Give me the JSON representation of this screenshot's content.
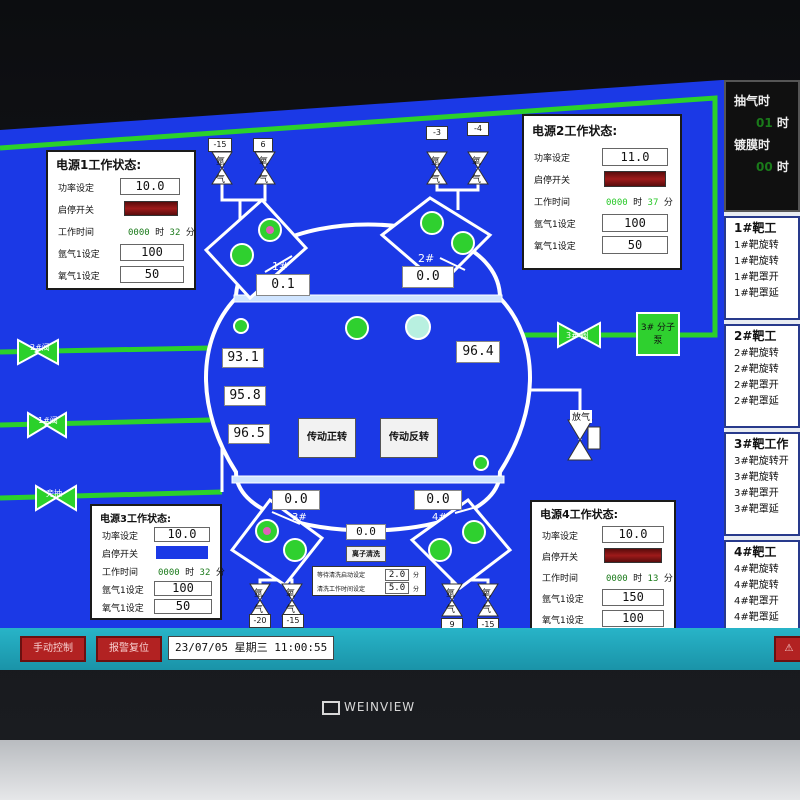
{
  "psu1": {
    "title": "电源1工作状态:",
    "power_label": "功率设定",
    "power_value": "10.0",
    "switch_label": "启停开关",
    "time_label": "工作时间",
    "time_hours": "0000",
    "time_h_unit": "时",
    "time_minutes": "32",
    "time_m_unit": "分",
    "argon_label": "氩气1设定",
    "argon_value": "100",
    "oxygen_label": "氧气1设定",
    "oxygen_value": "50"
  },
  "psu2": {
    "title": "电源2工作状态:",
    "power_label": "功率设定",
    "power_value": "11.0",
    "switch_label": "启停开关",
    "time_label": "工作时间",
    "time_hours": "0000",
    "time_h_unit": "时",
    "time_minutes": "37",
    "time_m_unit": "分",
    "argon_label": "氩气1设定",
    "argon_value": "100",
    "oxygen_label": "氧气1设定",
    "oxygen_value": "50"
  },
  "psu3": {
    "title": "电源3工作状态:",
    "power_label": "功率设定",
    "power_value": "10.0",
    "switch_label": "启停开关",
    "time_label": "工作时间",
    "time_hours": "0000",
    "time_h_unit": "时",
    "time_minutes": "32",
    "time_m_unit": "分",
    "argon_label": "氩气1设定",
    "argon_value": "100",
    "oxygen_label": "氧气1设定",
    "oxygen_value": "50"
  },
  "psu4": {
    "title": "电源4工作状态:",
    "power_label": "功率设定",
    "power_value": "10.0",
    "switch_label": "启停开关",
    "time_label": "工作时间",
    "time_hours": "0000",
    "time_h_unit": "时",
    "time_minutes": "13",
    "time_m_unit": "分",
    "argon_label": "氩气1设定",
    "argon_value": "150",
    "oxygen_label": "氧气1设定",
    "oxygen_value": "100"
  },
  "chamber": {
    "target1_label": "1#",
    "target1_value": "0.1",
    "target2_label": "2#",
    "target2_value": "0.0",
    "target3_label": "3#",
    "target3_value": "0.0",
    "target4_label": "4#",
    "target4_value": "0.0",
    "left_value_1": "93.1",
    "left_value_2": "95.8",
    "left_value_3": "96.5",
    "right_value": "96.4",
    "forward_button": "传动正转",
    "reverse_button": "传动反转",
    "ion_value": "0.0",
    "ion_button": "离子清洗",
    "clean_start_label": "等待清洗启动设定",
    "clean_start_value": "2.0",
    "clean_start_unit": "分",
    "clean_time_label": "清洗工作时间设定",
    "clean_time_value": "5.0",
    "clean_time_unit": "分"
  },
  "valves": {
    "v_top_left_1_num": "-15",
    "v_top_left_2_num": "6",
    "v_top_right_1_num": "-3",
    "v_top_right_2_num": "-4",
    "v_bottom_left_1_num": "-20",
    "v_bottom_left_2_num": "-15",
    "v_bottom_right_1_num": "9",
    "v_bottom_right_2_num": "-15",
    "gas_argon": "氩",
    "gas_oxygen": "氧",
    "gas_char": "气",
    "valve3_label": "3# 阀",
    "pump3_label": "3# 分子泵",
    "vent_label": "放气",
    "left_valve_2_label": "2#阀",
    "left_valve_1_label": "1#阀",
    "bypass_label": "旁抽"
  },
  "status_bar": {
    "btn1": "手动控制",
    "btn2": "报警复位",
    "datetime": "23/07/05 星期三 11:00:55"
  },
  "right_panel": {
    "pump_time": "抽气时",
    "pump_value": "01",
    "pump_unit": "时",
    "coat_time": "镀膜时",
    "coat_value": "00",
    "coat_unit": "时",
    "t1_title": "1#靶工",
    "t1_lines": [
      "1#靶旋转",
      "1#靶旋转",
      "1#靶罩开",
      "1#靶罩延"
    ],
    "t2_title": "2#靶工",
    "t2_lines": [
      "2#靶旋转",
      "2#靶旋转",
      "2#靶罩开",
      "2#靶罩延"
    ],
    "t3_title": "3#靶工作",
    "t3_lines": [
      "3#靶旋转开",
      "3#靶旋转",
      "3#靶罩开",
      "3#靶罩延"
    ],
    "t4_title": "4#靶工",
    "t4_lines": [
      "4#靶旋转",
      "4#靶旋转",
      "4#靶罩开",
      "4#靶罩延"
    ]
  },
  "brand": "WEINVIEW",
  "colors": {
    "screen_bg": "#1b39e6",
    "pipe": "#2bd12b",
    "line": "#ffffff",
    "status_bar": "#28b4c8",
    "alarm_red": "#b22222"
  }
}
